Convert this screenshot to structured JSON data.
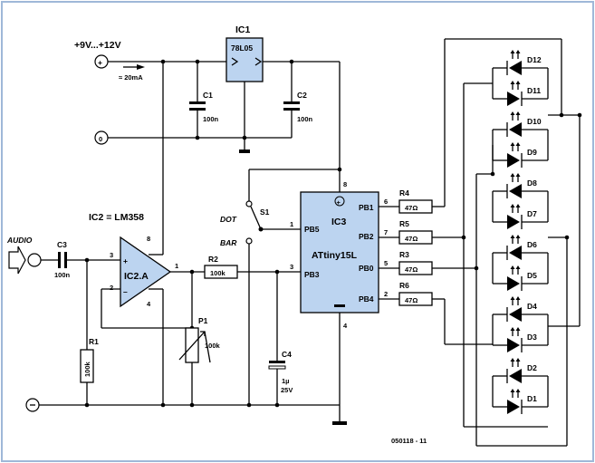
{
  "power": {
    "label": "+9V...+12V",
    "current": "≈ 20mA",
    "plus": "+",
    "zero": "0"
  },
  "ic1": {
    "name": "IC1",
    "part": "78L05"
  },
  "caps": {
    "c1": {
      "name": "C1",
      "value": "100n"
    },
    "c2": {
      "name": "C2",
      "value": "100n"
    },
    "c3": {
      "name": "C3",
      "value": "100n"
    },
    "c4": {
      "name": "C4",
      "value1": "1µ",
      "value2": "25V"
    }
  },
  "ic2": {
    "caption": "IC2 = LM358",
    "name": "IC2.A",
    "pin_plus": "+",
    "pin_minus": "–",
    "pin3": "3",
    "pin2": "2",
    "pin1": "1",
    "pin8": "8",
    "pin4": "4"
  },
  "audio": {
    "label": "AUDIO"
  },
  "resistors": {
    "r1": {
      "name": "R1",
      "value": "100k"
    },
    "r2": {
      "name": "R2",
      "value": "100k"
    },
    "p1": {
      "name": "P1",
      "value": "100k"
    },
    "r3": {
      "name": "R3",
      "value": "47Ω"
    },
    "r4": {
      "name": "R4",
      "value": "47Ω"
    },
    "r5": {
      "name": "R5",
      "value": "47Ω"
    },
    "r6": {
      "name": "R6",
      "value": "47Ω"
    }
  },
  "switch": {
    "name": "S1",
    "dot": "DOT",
    "bar": "BAR"
  },
  "ic3": {
    "name": "IC3",
    "part": "ATtiny15L",
    "pins_left": [
      {
        "num": "1",
        "name": "PB5"
      },
      {
        "num": "3",
        "name": "PB3"
      }
    ],
    "pins_right": [
      {
        "num": "6",
        "name": "PB1"
      },
      {
        "num": "7",
        "name": "PB2"
      },
      {
        "num": "5",
        "name": "PB0"
      },
      {
        "num": "2",
        "name": "PB4"
      }
    ],
    "pin8": "8",
    "pin4": "4",
    "plus": "+"
  },
  "leds": [
    "D12",
    "D11",
    "D10",
    "D9",
    "D8",
    "D7",
    "D6",
    "D5",
    "D4",
    "D3",
    "D2",
    "D1"
  ],
  "code": "050118 - 11"
}
